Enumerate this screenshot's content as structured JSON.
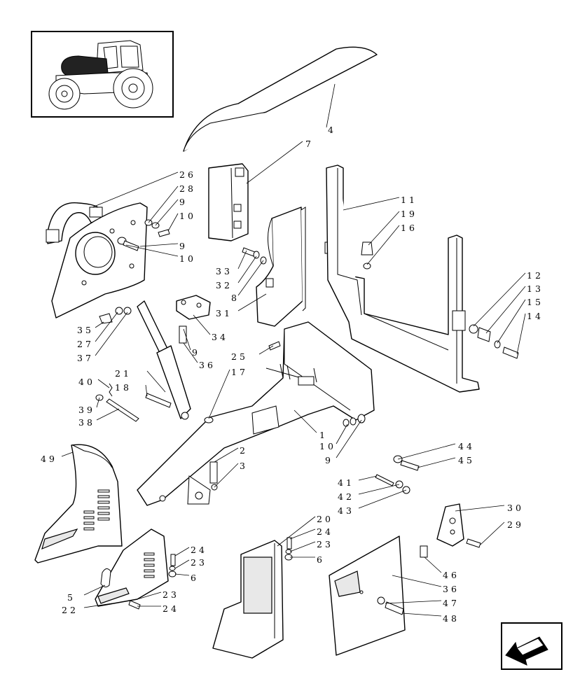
{
  "diagram": {
    "callouts": [
      {
        "id": "c-4",
        "text": "4"
      },
      {
        "id": "c-7",
        "text": "7"
      },
      {
        "id": "c-26",
        "text": "26"
      },
      {
        "id": "c-28",
        "text": "28"
      },
      {
        "id": "c-9a",
        "text": "9"
      },
      {
        "id": "c-10a",
        "text": "10"
      },
      {
        "id": "c-9b",
        "text": "9"
      },
      {
        "id": "c-10b",
        "text": "10"
      },
      {
        "id": "c-33",
        "text": "33"
      },
      {
        "id": "c-32",
        "text": "32"
      },
      {
        "id": "c-8",
        "text": "8"
      },
      {
        "id": "c-31",
        "text": "31"
      },
      {
        "id": "c-11",
        "text": "11"
      },
      {
        "id": "c-19",
        "text": "19"
      },
      {
        "id": "c-16",
        "text": "16"
      },
      {
        "id": "c-12",
        "text": "12"
      },
      {
        "id": "c-13",
        "text": "13"
      },
      {
        "id": "c-15",
        "text": "15"
      },
      {
        "id": "c-14",
        "text": "14"
      },
      {
        "id": "c-35",
        "text": "35"
      },
      {
        "id": "c-27",
        "text": "27"
      },
      {
        "id": "c-37",
        "text": "37"
      },
      {
        "id": "c-34",
        "text": "34"
      },
      {
        "id": "c-9c",
        "text": "9"
      },
      {
        "id": "c-36a",
        "text": "36"
      },
      {
        "id": "c-25",
        "text": "25"
      },
      {
        "id": "c-17",
        "text": "17"
      },
      {
        "id": "c-21",
        "text": "21"
      },
      {
        "id": "c-40",
        "text": "40"
      },
      {
        "id": "c-18",
        "text": "18"
      },
      {
        "id": "c-39",
        "text": "39"
      },
      {
        "id": "c-38",
        "text": "38"
      },
      {
        "id": "c-1",
        "text": "1"
      },
      {
        "id": "c-10c",
        "text": "10"
      },
      {
        "id": "c-9d",
        "text": "9"
      },
      {
        "id": "c-2",
        "text": "2"
      },
      {
        "id": "c-3",
        "text": "3"
      },
      {
        "id": "c-49",
        "text": "49"
      },
      {
        "id": "c-44",
        "text": "44"
      },
      {
        "id": "c-45",
        "text": "45"
      },
      {
        "id": "c-41",
        "text": "41"
      },
      {
        "id": "c-42",
        "text": "42"
      },
      {
        "id": "c-43",
        "text": "43"
      },
      {
        "id": "c-30",
        "text": "30"
      },
      {
        "id": "c-29",
        "text": "29"
      },
      {
        "id": "c-20",
        "text": "20"
      },
      {
        "id": "c-24a",
        "text": "24"
      },
      {
        "id": "c-23a",
        "text": "23"
      },
      {
        "id": "c-6a",
        "text": "6"
      },
      {
        "id": "c-24b",
        "text": "24"
      },
      {
        "id": "c-23b",
        "text": "23"
      },
      {
        "id": "c-6b",
        "text": "6"
      },
      {
        "id": "c-5",
        "text": "5"
      },
      {
        "id": "c-23c",
        "text": "23"
      },
      {
        "id": "c-22",
        "text": "22"
      },
      {
        "id": "c-24c",
        "text": "24"
      },
      {
        "id": "c-46",
        "text": "46"
      },
      {
        "id": "c-36b",
        "text": "36"
      },
      {
        "id": "c-47",
        "text": "47"
      },
      {
        "id": "c-48",
        "text": "48"
      }
    ]
  },
  "navigation": {
    "next_page_icon": "arrow-icon"
  }
}
